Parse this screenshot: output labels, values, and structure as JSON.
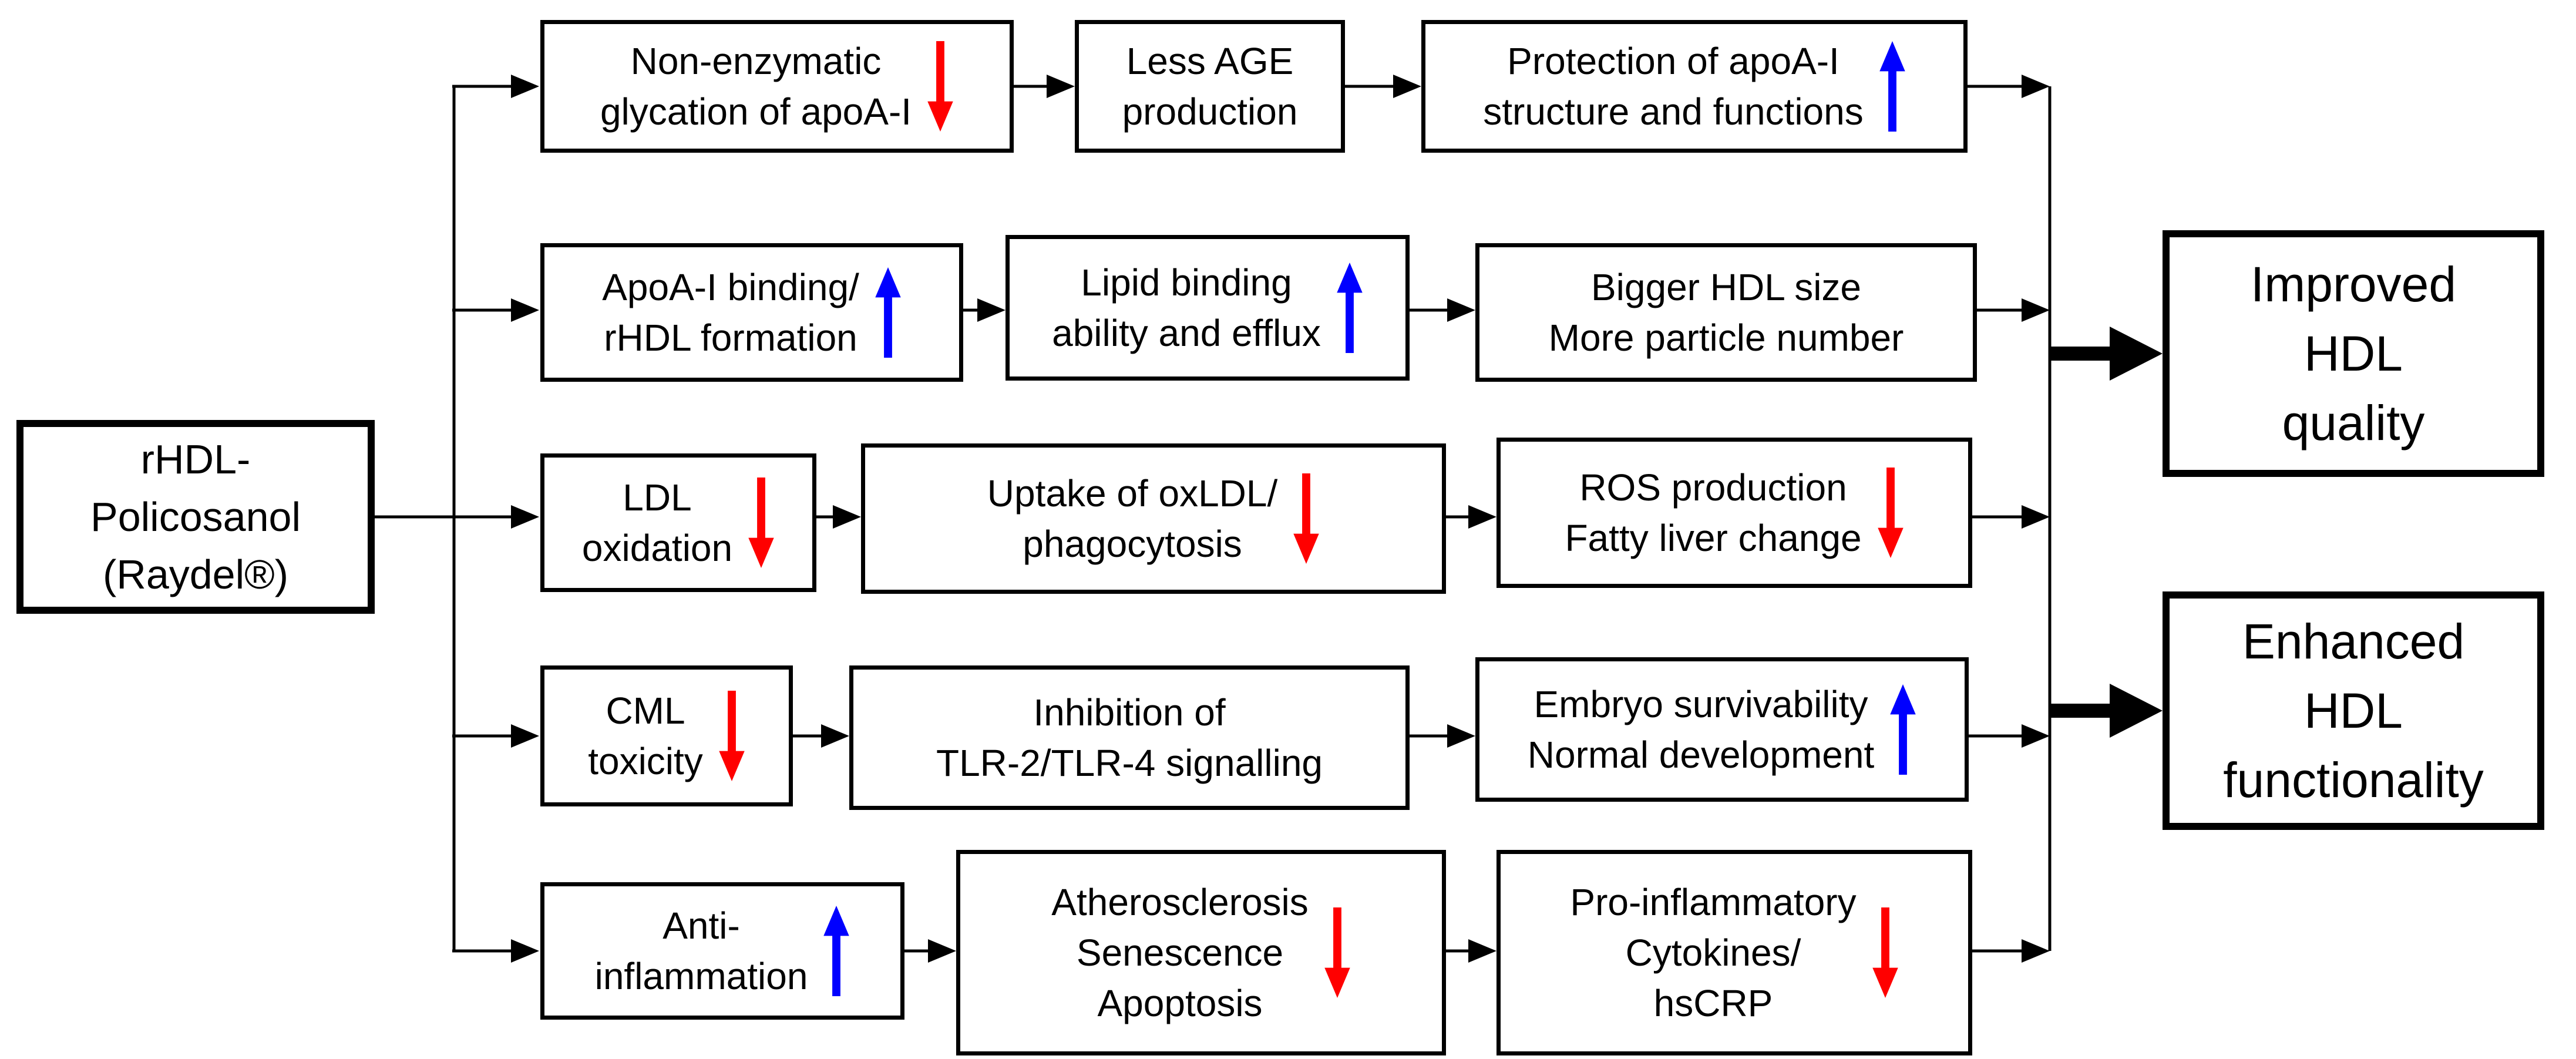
{
  "colors": {
    "red": "#ff0000",
    "blue": "#0000ff",
    "line": "#000000"
  },
  "source": {
    "lines": [
      "rHDL-",
      "Policosanol",
      "(Raydel®)"
    ]
  },
  "rows": [
    {
      "boxes": [
        {
          "lines": [
            "Non-enzymatic",
            "glycation of apoA-I"
          ],
          "trend": "down"
        },
        {
          "lines": [
            "Less AGE",
            "production"
          ],
          "trend": null
        },
        {
          "lines": [
            "Protection of apoA-I",
            "structure and functions"
          ],
          "trend": "up"
        }
      ]
    },
    {
      "boxes": [
        {
          "lines": [
            "ApoA-I binding/",
            "rHDL formation"
          ],
          "trend": "up"
        },
        {
          "lines": [
            "Lipid binding",
            "ability and efflux"
          ],
          "trend": "up"
        },
        {
          "lines": [
            "Bigger HDL size",
            "More particle number"
          ],
          "trend": null
        }
      ]
    },
    {
      "boxes": [
        {
          "lines": [
            "LDL",
            "oxidation"
          ],
          "trend": "down"
        },
        {
          "lines": [
            "Uptake of oxLDL/",
            "phagocytosis"
          ],
          "trend": "down"
        },
        {
          "lines": [
            "ROS production",
            "Fatty liver change"
          ],
          "trend": "down"
        }
      ]
    },
    {
      "boxes": [
        {
          "lines": [
            "CML",
            "toxicity"
          ],
          "trend": "down"
        },
        {
          "lines": [
            "Inhibition of",
            "TLR-2/TLR-4 signalling"
          ],
          "trend": null
        },
        {
          "lines": [
            "Embryo survivability",
            "Normal development"
          ],
          "trend": "up"
        }
      ]
    },
    {
      "boxes": [
        {
          "lines": [
            "Anti-",
            "inflammation"
          ],
          "trend": "up"
        },
        {
          "lines": [
            "Atherosclerosis",
            "Senescence",
            "Apoptosis"
          ],
          "trend": "down"
        },
        {
          "lines": [
            "Pro-inflammatory",
            "Cytokines/",
            "hsCRP"
          ],
          "trend": "down"
        }
      ]
    }
  ],
  "outcomes": [
    {
      "lines": [
        "Improved",
        "HDL",
        "quality"
      ]
    },
    {
      "lines": [
        "Enhanced",
        "HDL",
        "functionality"
      ]
    }
  ]
}
